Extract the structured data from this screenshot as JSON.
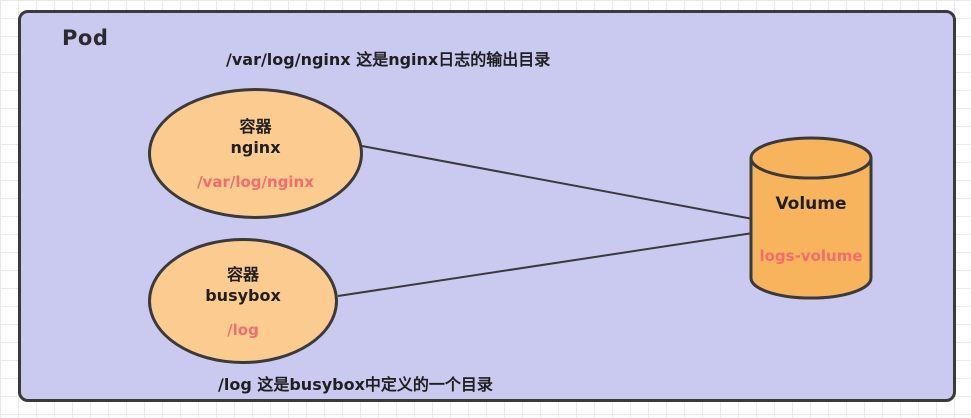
{
  "pod": {
    "label": "Pod"
  },
  "captions": {
    "top": "/var/log/nginx 这是nginx日志的输出目录",
    "bottom": "/log 这是busybox中定义的一个目录"
  },
  "containers": [
    {
      "type_label": "容器",
      "name": "nginx",
      "mount": "/var/log/nginx"
    },
    {
      "type_label": "容器",
      "name": "busybox",
      "mount": "/log"
    }
  ],
  "volume": {
    "label": "Volume",
    "name": "logs-volume"
  },
  "colors": {
    "panel_fill": "#cacaf1",
    "ellipse_fill": "#fccb8f",
    "cylinder_fill": "#f8b45d",
    "mount_text": "#f26d6d",
    "border": "#3a3a3a"
  }
}
